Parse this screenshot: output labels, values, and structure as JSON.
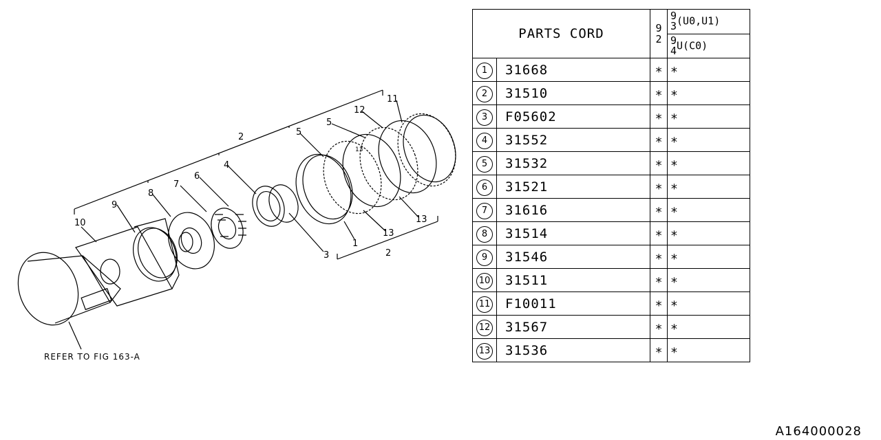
{
  "diagram": {
    "callouts": [
      "1",
      "2",
      "2",
      "3",
      "4",
      "5",
      "5",
      "6",
      "7",
      "8",
      "9",
      "10",
      "11",
      "12",
      "13",
      "13",
      "13"
    ],
    "refer_note": "REFER TO FIG 163-A"
  },
  "table": {
    "header_title": "PARTS CORD",
    "year_col": [
      "9",
      "2"
    ],
    "sub_header_1": {
      "y1": "9",
      "y2": "3",
      "text": "(U0,U1)"
    },
    "sub_header_2": {
      "y1": "9",
      "y2": "4",
      "text": "U(C0)"
    },
    "rows": [
      {
        "num": "1",
        "code": "31668",
        "c1": "∗",
        "c2": "∗"
      },
      {
        "num": "2",
        "code": "31510",
        "c1": "∗",
        "c2": "∗"
      },
      {
        "num": "3",
        "code": "F05602",
        "c1": "∗",
        "c2": "∗"
      },
      {
        "num": "4",
        "code": "31552",
        "c1": "∗",
        "c2": "∗"
      },
      {
        "num": "5",
        "code": "31532",
        "c1": "∗",
        "c2": "∗"
      },
      {
        "num": "6",
        "code": "31521",
        "c1": "∗",
        "c2": "∗"
      },
      {
        "num": "7",
        "code": "31616",
        "c1": "∗",
        "c2": "∗"
      },
      {
        "num": "8",
        "code": "31514",
        "c1": "∗",
        "c2": "∗"
      },
      {
        "num": "9",
        "code": "31546",
        "c1": "∗",
        "c2": "∗"
      },
      {
        "num": "10",
        "code": "31511",
        "c1": "∗",
        "c2": "∗"
      },
      {
        "num": "11",
        "code": "F10011",
        "c1": "∗",
        "c2": "∗"
      },
      {
        "num": "12",
        "code": "31567",
        "c1": "∗",
        "c2": "∗"
      },
      {
        "num": "13",
        "code": "31536",
        "c1": "∗",
        "c2": "∗"
      }
    ]
  },
  "footer_code": "A164000028"
}
